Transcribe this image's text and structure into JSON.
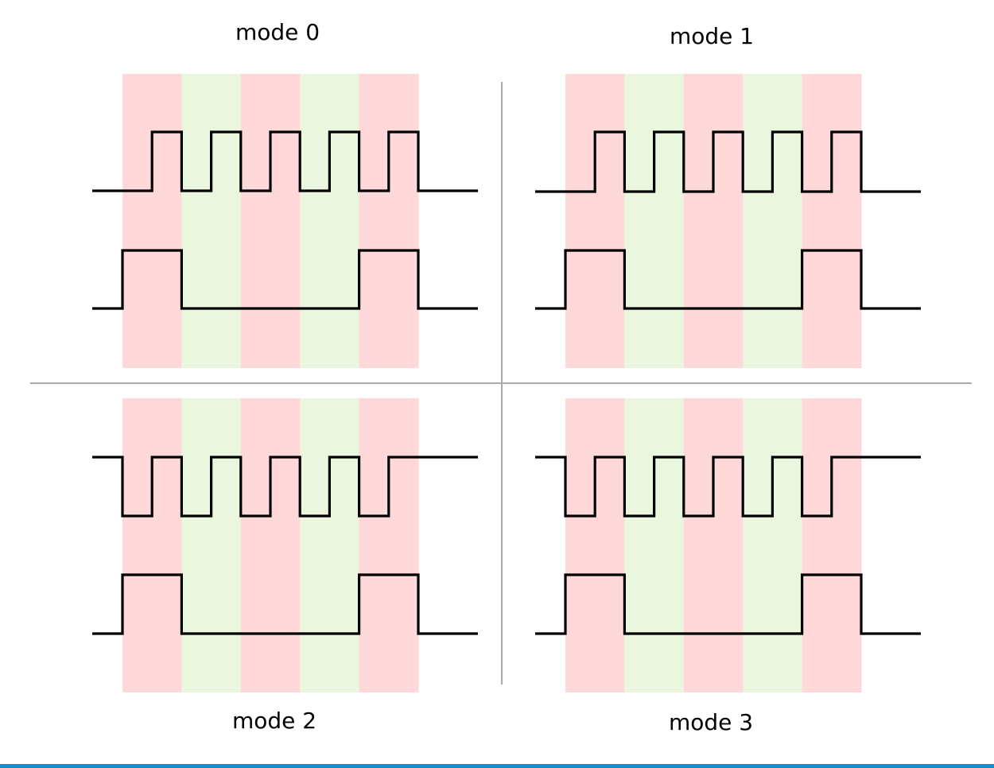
{
  "labels": [
    "mode 0",
    "mode 1",
    "mode 2",
    "mode 3"
  ],
  "colors": {
    "odd_stripe": "#ffd9d9",
    "even_stripe": "#eaf6dd",
    "signal": "#000000",
    "divider": "#a9a9a9",
    "bottom_bar": "#1a8bc9"
  },
  "modes": [
    {
      "label_index": 0,
      "clock_idle": "low",
      "data_idle": "low",
      "data_high_stripes": [
        1,
        5
      ]
    },
    {
      "label_index": 1,
      "clock_idle": "low",
      "data_idle": "low",
      "data_high_stripes": [
        1,
        5
      ]
    },
    {
      "label_index": 2,
      "clock_idle": "high",
      "data_idle": "low",
      "data_high_stripes": [
        1,
        5
      ]
    },
    {
      "label_index": 3,
      "clock_idle": "high",
      "data_idle": "low",
      "data_high_stripes": [
        1,
        5
      ]
    }
  ],
  "stripe_count": 5,
  "clock_pulses": 5
}
